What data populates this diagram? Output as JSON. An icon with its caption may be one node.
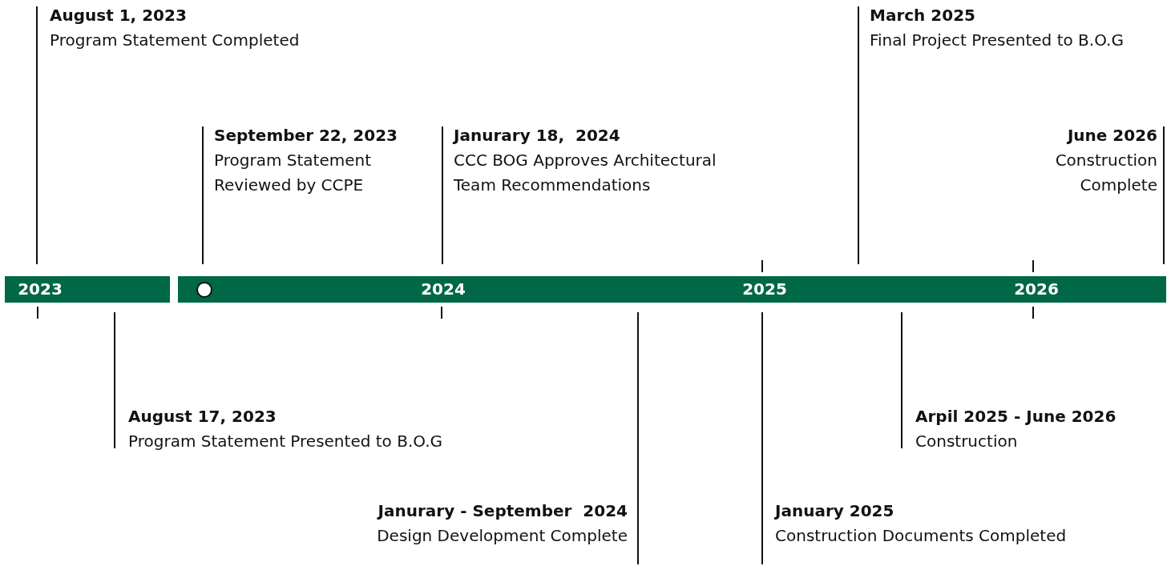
{
  "diagram": {
    "nodes": [
      {
        "text": [
          "August 1, 2023",
          "Program Statement Completed"
        ]
      },
      {
        "text": [
          "March 2025",
          "Final Project Presented to B.O.G"
        ]
      },
      {
        "text": [
          "September 22, 2023",
          "Program Statement Reviewed by CCPE"
        ]
      },
      {
        "text": [
          "Janurary 18,  2024",
          "CCC BOG Approves Architectural Team Recommendations"
        ]
      },
      {
        "text": [
          "June 2026",
          "Construction Complete"
        ]
      },
      {
        "text": [
          "2023"
        ]
      },
      {
        "text": [
          "2024",
          "2025",
          "2026"
        ]
      },
      {
        "text": [
          "August 17, 2023",
          "Program Statement Presented to B.O.G"
        ]
      },
      {
        "text": [
          "Arpil 2025 - June 2026",
          "Construction"
        ]
      },
      {
        "text": [
          "Janurary - September  2024",
          "Design Development Complete"
        ]
      },
      {
        "text": [
          "January 2025",
          "Construction Documents Completed"
        ]
      }
    ]
  }
}
